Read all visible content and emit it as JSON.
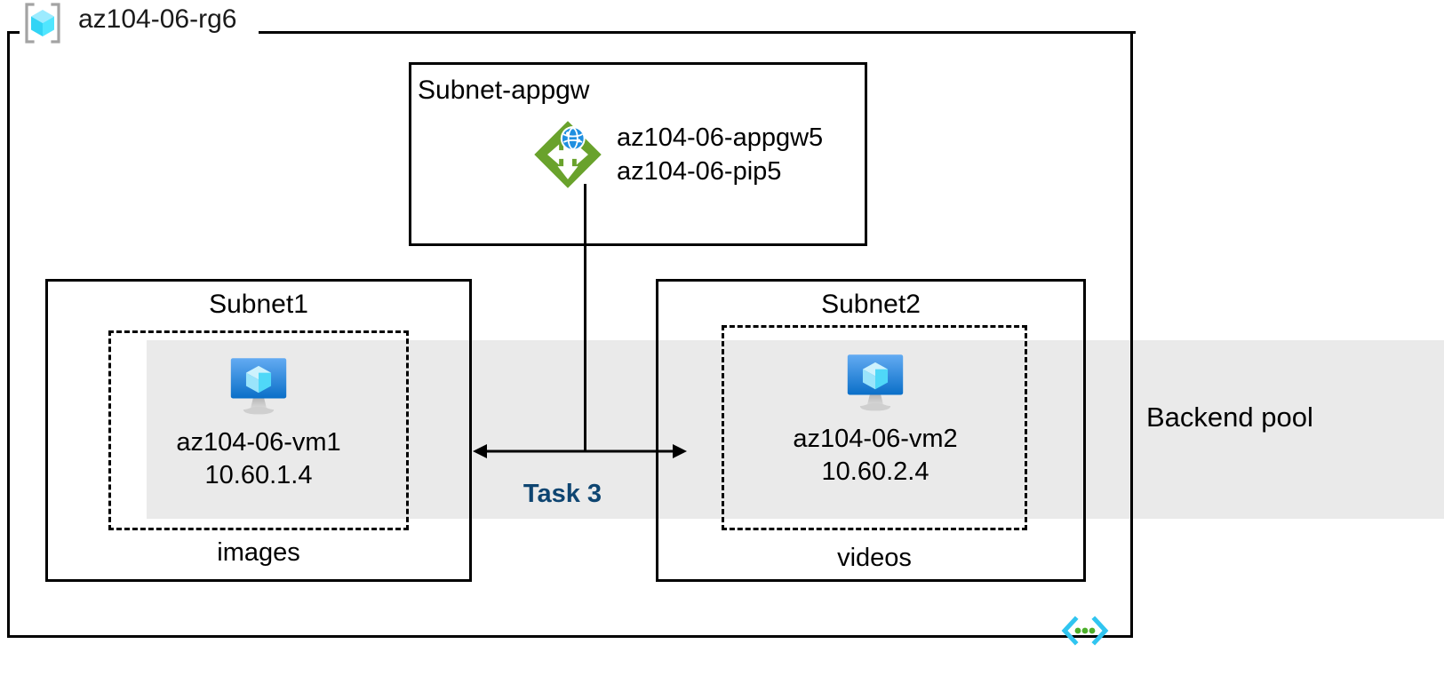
{
  "diagram": {
    "resource_group": {
      "name": "az104-06-rg6",
      "icon": "resource-group-cube-icon"
    },
    "backend_pool": {
      "label": "Backend pool",
      "band_color": "#eaeaea"
    },
    "subnets": [
      {
        "id": "appgw",
        "title": "Subnet-appgw",
        "resources": [
          {
            "icon": "application-gateway-icon",
            "lines": [
              "az104-06-appgw5",
              "az104-06-pip5"
            ]
          }
        ]
      },
      {
        "id": "subnet1",
        "title": "Subnet1",
        "footer": "images",
        "vm": {
          "icon": "virtual-machine-icon",
          "name": "az104-06-vm1",
          "ip": "10.60.1.4"
        }
      },
      {
        "id": "subnet2",
        "title": "Subnet2",
        "footer": "videos",
        "vm": {
          "icon": "virtual-machine-icon",
          "name": "az104-06-vm2",
          "ip": "10.60.2.4"
        }
      }
    ],
    "connector": {
      "task_label": "Task 3",
      "task_label_color": "#0e4571",
      "arrow_style": "double-headed"
    },
    "vnet_icon": {
      "name": "virtual-network-icon",
      "bracket_color": "#30c5f0",
      "dot_color": "#4caf2a"
    },
    "colors": {
      "line": "#000000",
      "appgw_green": "#69a22c",
      "vm_blue_top": "#55a3ef",
      "vm_blue_bottom": "#0a6fc8",
      "rg_cube_cyan": "#50e6ff",
      "bracket_gray": "#a3a3a3"
    }
  }
}
